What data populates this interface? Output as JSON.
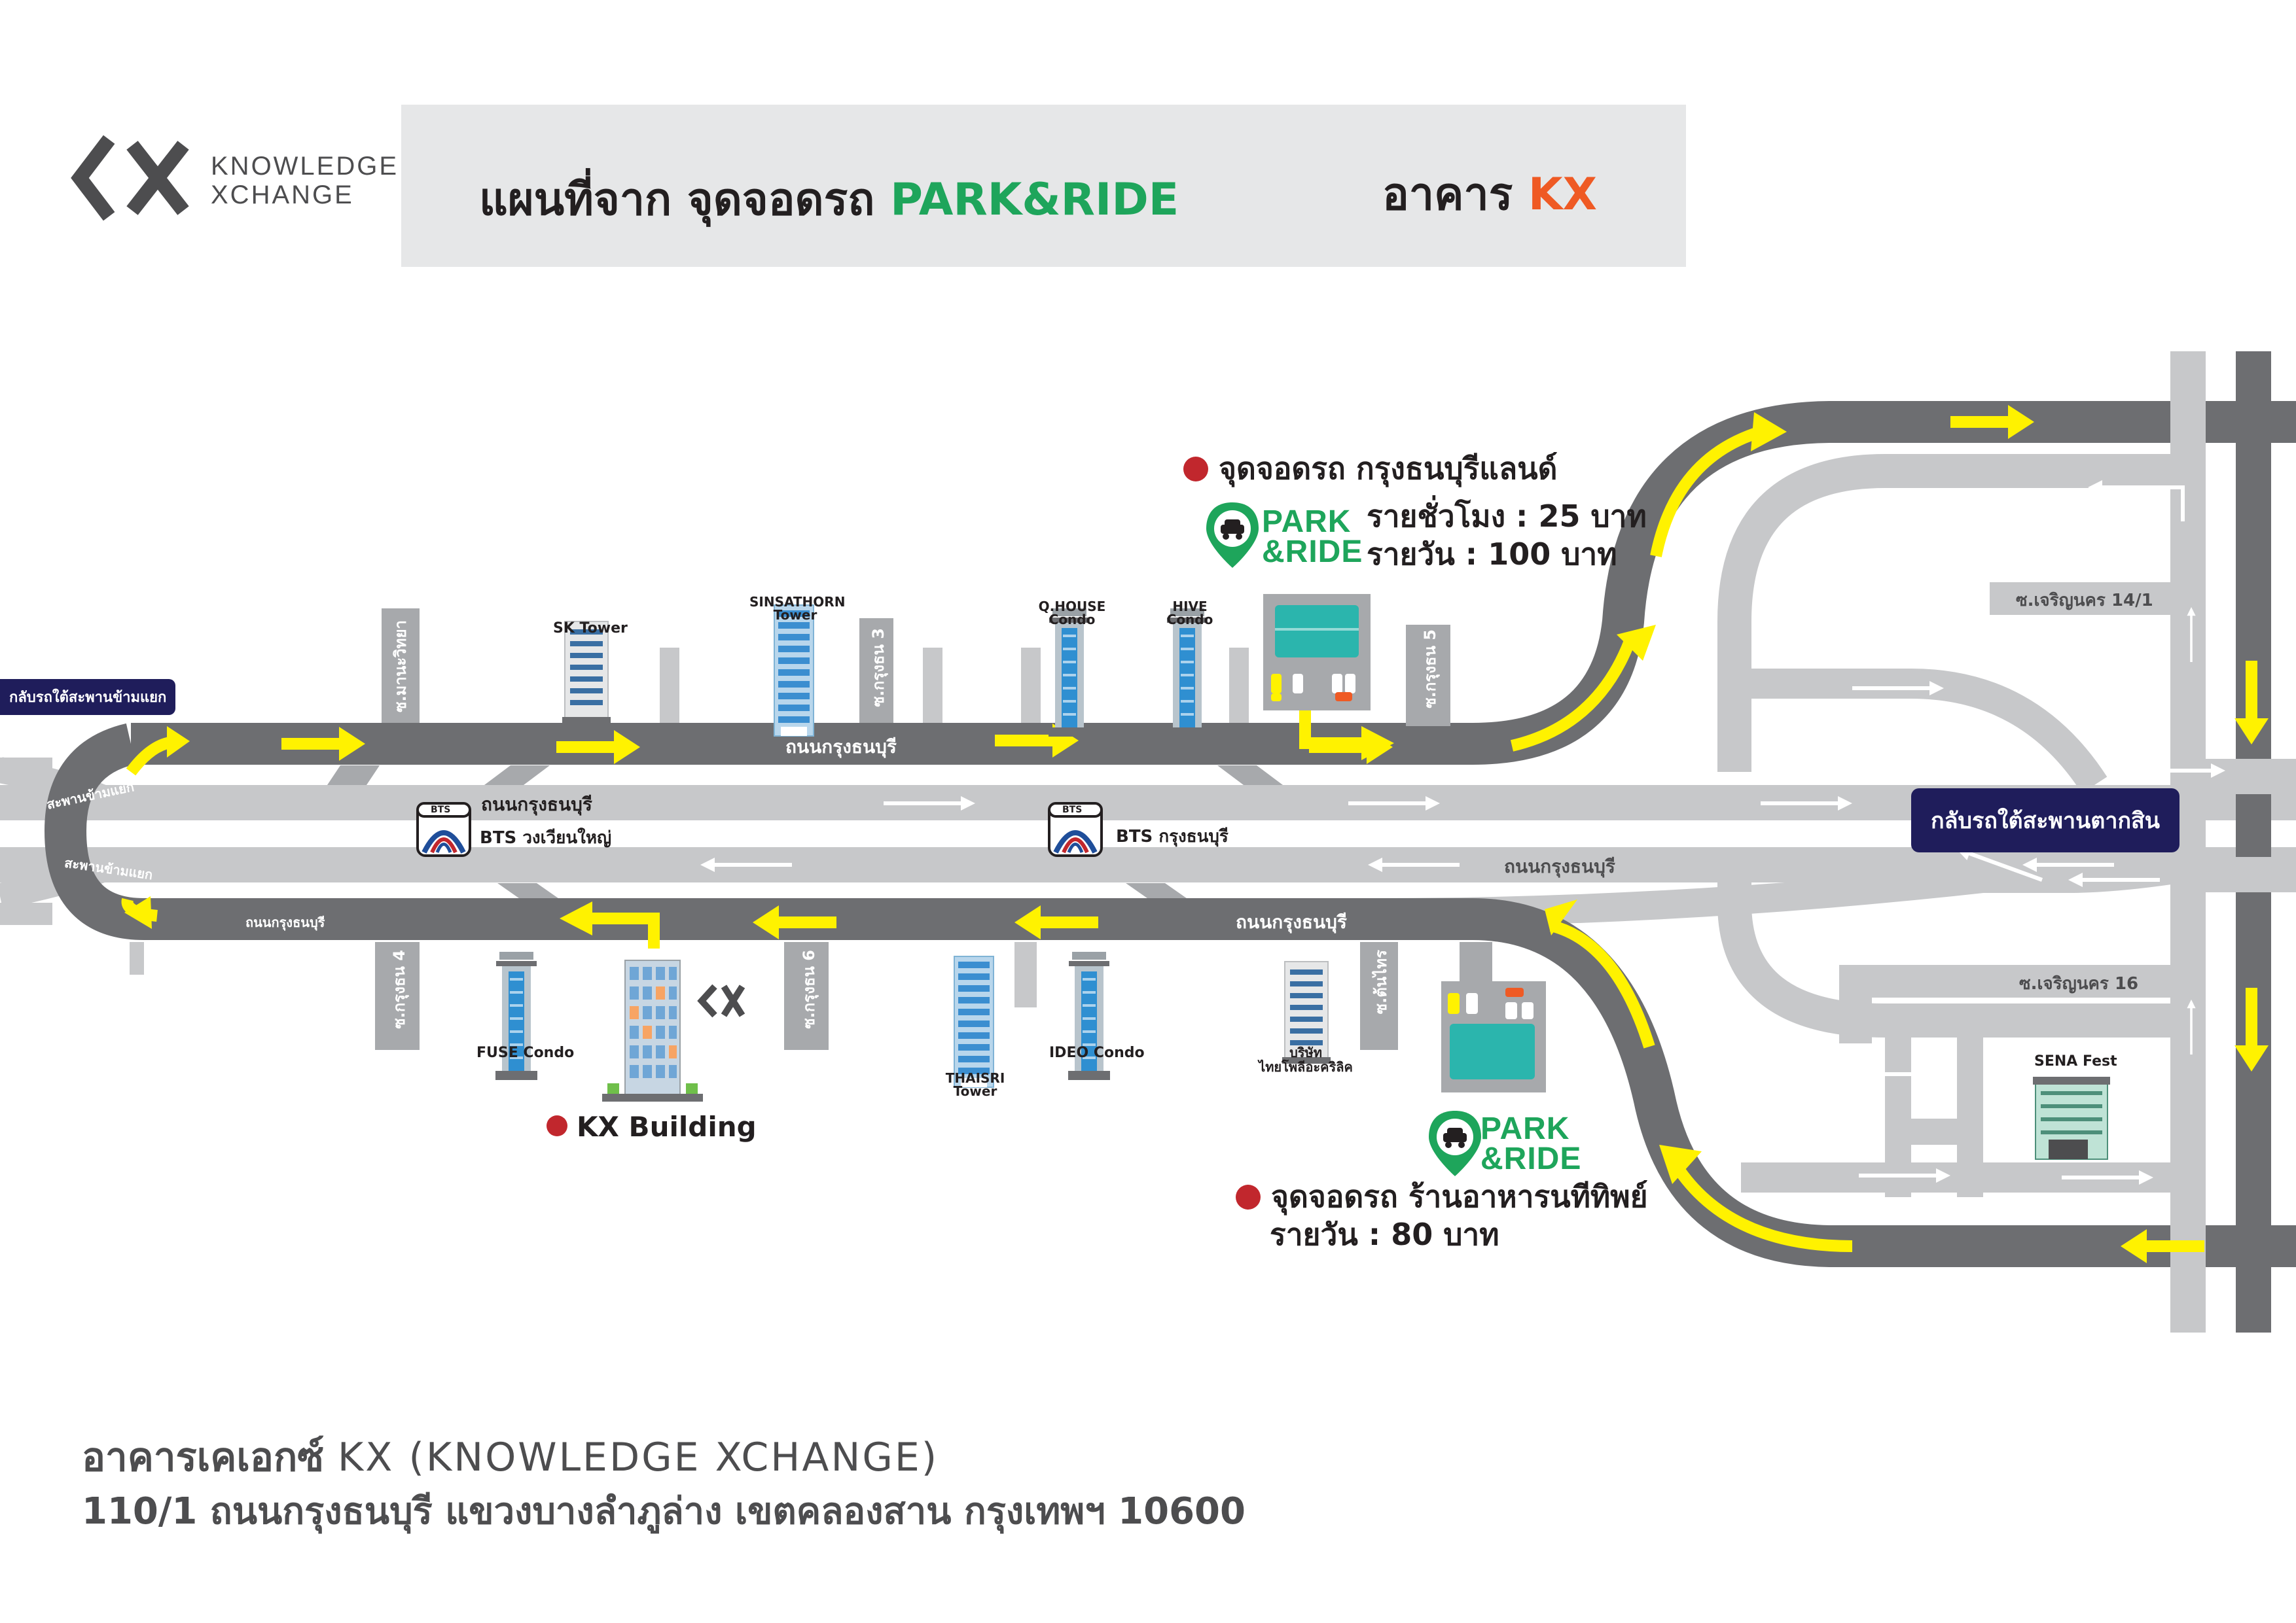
{
  "brand": {
    "line1": "KNOWLEDGE",
    "line2": "XCHANGE"
  },
  "header": {
    "prefix": "แผนที่จาก จุดจอดรถ",
    "park_ride": "PARK&RIDE",
    "dest_prefix": "อาคาร",
    "dest_kx": "KX"
  },
  "colors": {
    "road_dark": "#6d6e71",
    "road_light": "#c7c8ca",
    "arrow": "#fff200",
    "brand_green": "#1ea55b",
    "brand_orange": "#ef5a24",
    "pin_red": "#c1272d",
    "badge_navy": "#1f1d5b"
  },
  "roads": {
    "upper_main": "ถนนกรุงธนบุรี",
    "middle": "ถนนกรุงธนบุรี",
    "lower_main": "ถนนกรุงธนบุรี",
    "lower_left": "ถนนกรุงธนบุรี",
    "lower_right": "ถนนกรุงธนบุรี",
    "bridge_upper": "สะพานข้ามแยก",
    "bridge_lower": "สะพานข้ามแยก"
  },
  "sois": {
    "manawittaya": "ซ.มานะวิทยา",
    "krung3": "ซ.กรุงธน 3",
    "krung5": "ซ.กรุงธน 5",
    "krung4": "ซ.กรุงธน 4",
    "krung6": "ซ.กรุงธน 6",
    "tonsai": "ซ.ต้นไทร",
    "charoen14": "ซ.เจริญนคร 14/1",
    "charoen16": "ซ.เจริญนคร 16"
  },
  "badges": {
    "left_return": "กลับรถใต้สะพานข้ามแยก",
    "right_return": "กลับรถใต้สะพานตากสิน"
  },
  "bts": {
    "logo": "BTS",
    "station1": "BTS วงเวียนใหญ่",
    "station2": "BTS กรุงธนบุรี"
  },
  "buildings": {
    "sk_tower": "SK Tower",
    "sinsathorn_l1": "SINSATHORN",
    "sinsathorn_l2": "Tower",
    "qhouse_l1": "Q.HOUSE",
    "qhouse_l2": "Condo",
    "hive_l1": "HIVE",
    "hive_l2": "Condo",
    "fuse": "FUSE Condo",
    "thaisri_l1": "THAISRI",
    "thaisri_l2": "Tower",
    "ideo": "IDEO Condo",
    "thai_l1": "บริษัท",
    "thai_l2": "ไทยโพลีอะคริลิค",
    "sena": "SENA Fest",
    "kx": "KX Building"
  },
  "parking_top": {
    "title": "จุดจอดรถ กรุงธนบุรีแลนด์",
    "rate_hour": "รายชั่วโมง : 25 บาท",
    "rate_day": "รายวัน : 100 บาท",
    "logo_l1": "PARK",
    "logo_l2": "&RIDE"
  },
  "parking_bottom": {
    "title": "จุดจอดรถ ร้านอาหารนทีทิพย์",
    "rate_day": "รายวัน : 80 บาท",
    "logo_l1": "PARK",
    "logo_l2": "&RIDE"
  },
  "footer": {
    "name_th": "อาคารเคเอกซ์",
    "name_en": "KX  (KNOWLEDGE XCHANGE)",
    "address": "110/1 ถนนกรุงธนบุรี แขวงบางลำภูล่าง เขตคลองสาน กรุงเทพฯ 10600"
  }
}
